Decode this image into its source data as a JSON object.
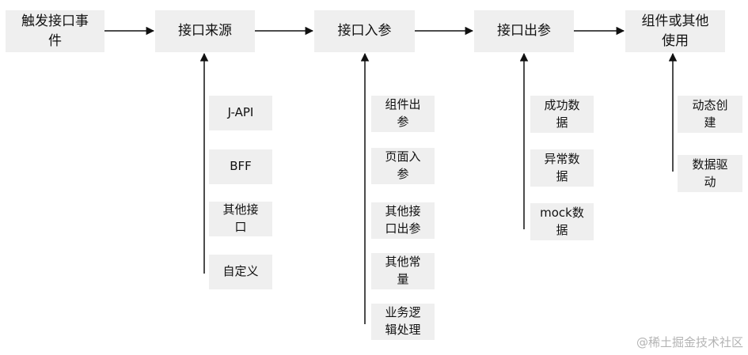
{
  "colors": {
    "box_fill": "#efefef",
    "line": "#111111",
    "text": "#111111",
    "watermark": "#b4b4b4"
  },
  "flow": [
    {
      "label": "触发接口事\n件"
    },
    {
      "label": "接口来源"
    },
    {
      "label": "接口入参"
    },
    {
      "label": "接口出参"
    },
    {
      "label": "组件或其他\n使用"
    }
  ],
  "sources": [
    {
      "label": "J-API"
    },
    {
      "label": "BFF"
    },
    {
      "label": "其他接\n口"
    },
    {
      "label": "自定义"
    }
  ],
  "inputs": [
    {
      "label": "组件出\n参"
    },
    {
      "label": "页面入\n参"
    },
    {
      "label": "其他接\n口出参"
    },
    {
      "label": "其他常\n量"
    },
    {
      "label": "业务逻\n辑处理"
    }
  ],
  "outputs": [
    {
      "label": "成功数\n据"
    },
    {
      "label": "异常数\n据"
    },
    {
      "label": "mock数\n据"
    }
  ],
  "usage": [
    {
      "label": "动态创\n建"
    },
    {
      "label": "数据驱\n动"
    }
  ],
  "watermark": "@稀土掘金技术社区"
}
